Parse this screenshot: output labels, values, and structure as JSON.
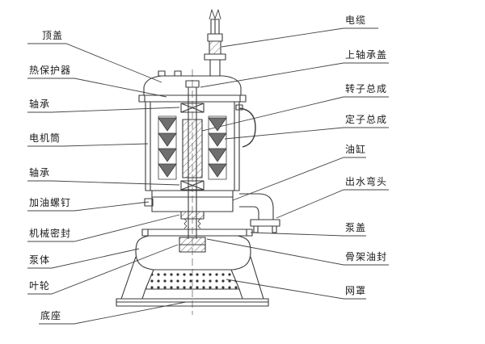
{
  "diagram": {
    "type": "technical-cross-section",
    "subject": "submersible pump part callout diagram"
  },
  "labels": {
    "left": [
      "顶盖",
      "热保护器",
      "轴承",
      "电机筒",
      "轴承",
      "加油螺钉",
      "机械密封",
      "泵体",
      "叶轮",
      "底座"
    ],
    "right": [
      "电缆",
      "上轴承盖",
      "转子总成",
      "定子总成",
      "油缸",
      "出水弯头",
      "泵盖",
      "骨架油封",
      "网罩"
    ]
  },
  "colors": {
    "background": "#ffffff",
    "line": "#3a3a3a",
    "leader": "#444444",
    "text": "#1a1a1a",
    "winding_fill": "#6f6f6f"
  }
}
